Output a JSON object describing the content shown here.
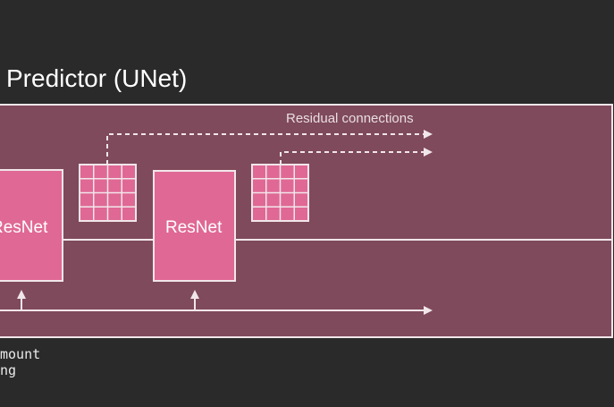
{
  "title": "Predictor (UNet)",
  "blocks": [
    {
      "label": "ResNet"
    },
    {
      "label": "ResNet"
    }
  ],
  "annotation": "Residual connections",
  "caption_lines": [
    "mount",
    "ng"
  ],
  "colors": {
    "background": "#2a2a2a",
    "panel": "#7f4a5b",
    "block": "#e06894",
    "line": "#f1e6ea"
  }
}
